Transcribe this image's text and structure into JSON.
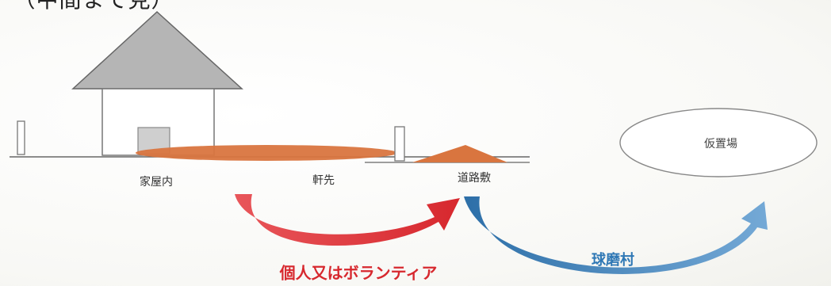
{
  "diagram": {
    "header_fragment": "（中間まで見）",
    "nodes": {
      "house_interior": "家屋内",
      "eaves": "軒先",
      "road": "道路敷",
      "temporary_site": "仮置場"
    },
    "flows": [
      {
        "id": "volunteer",
        "label": "個人又はボランティア",
        "color": "#d7282e"
      },
      {
        "id": "village",
        "label": "球磨村",
        "color": "#4a8fc8"
      }
    ],
    "colors": {
      "roof": "#b5b5b5",
      "debris": "#d9753f",
      "stroke": "#555555"
    }
  }
}
